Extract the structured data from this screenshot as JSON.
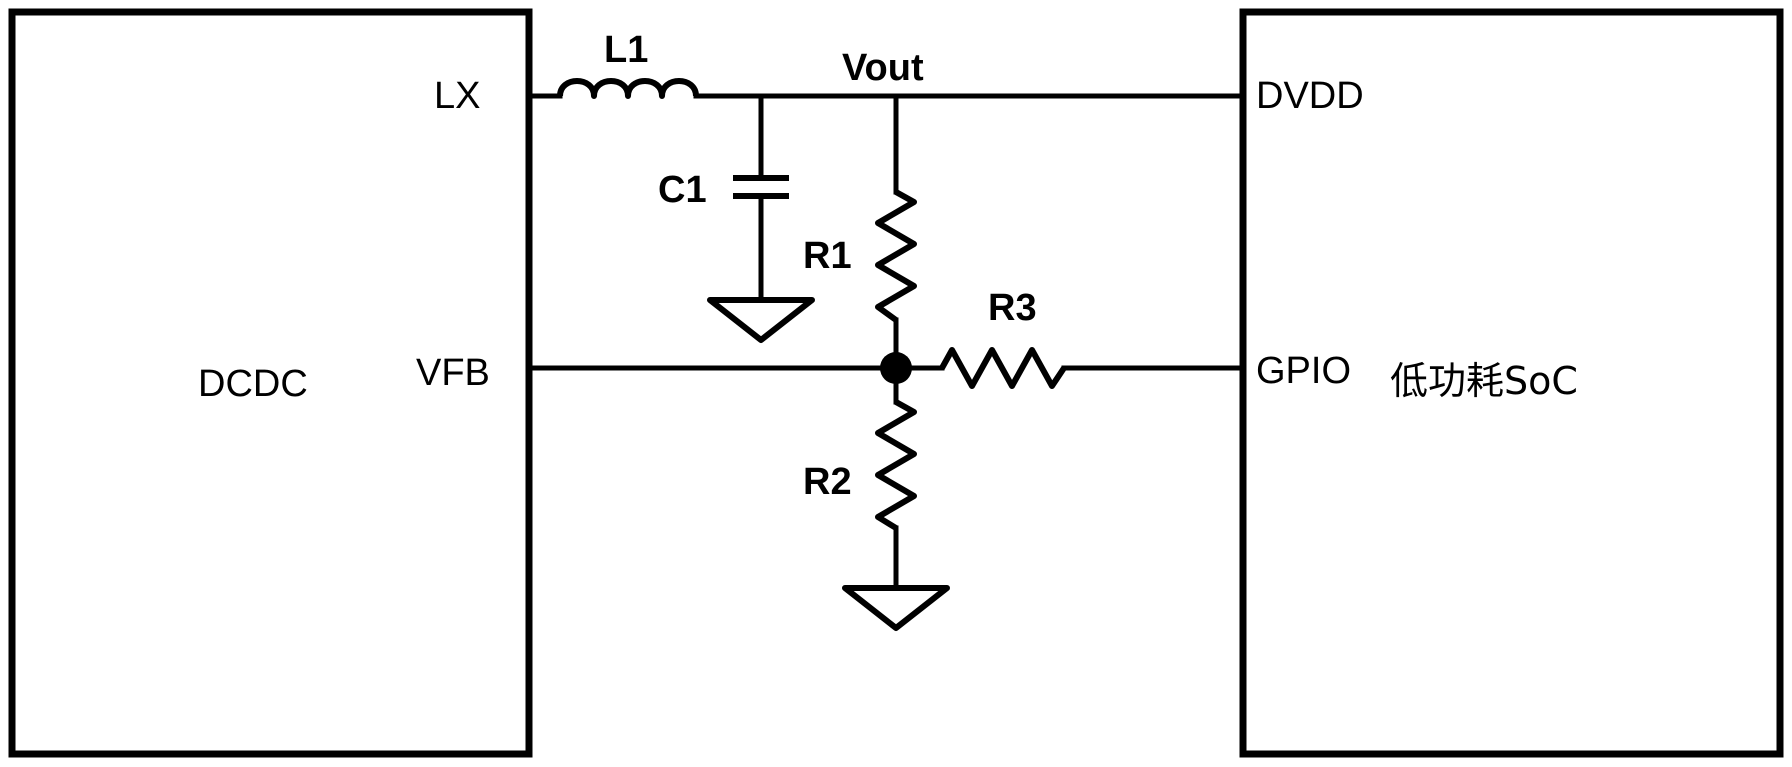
{
  "blocks": {
    "dcdc": {
      "label": "DCDC",
      "pin_lx": "LX",
      "pin_vfb": "VFB"
    },
    "soc": {
      "label": "低功耗SoC",
      "pin_dvdd": "DVDD",
      "pin_gpio": "GPIO"
    }
  },
  "nets": {
    "vout": "Vout"
  },
  "components": {
    "inductor": {
      "label": "L1"
    },
    "capacitor": {
      "label": "C1"
    },
    "r1": {
      "label": "R1"
    },
    "r2": {
      "label": "R2"
    },
    "r3": {
      "label": "R3"
    }
  }
}
